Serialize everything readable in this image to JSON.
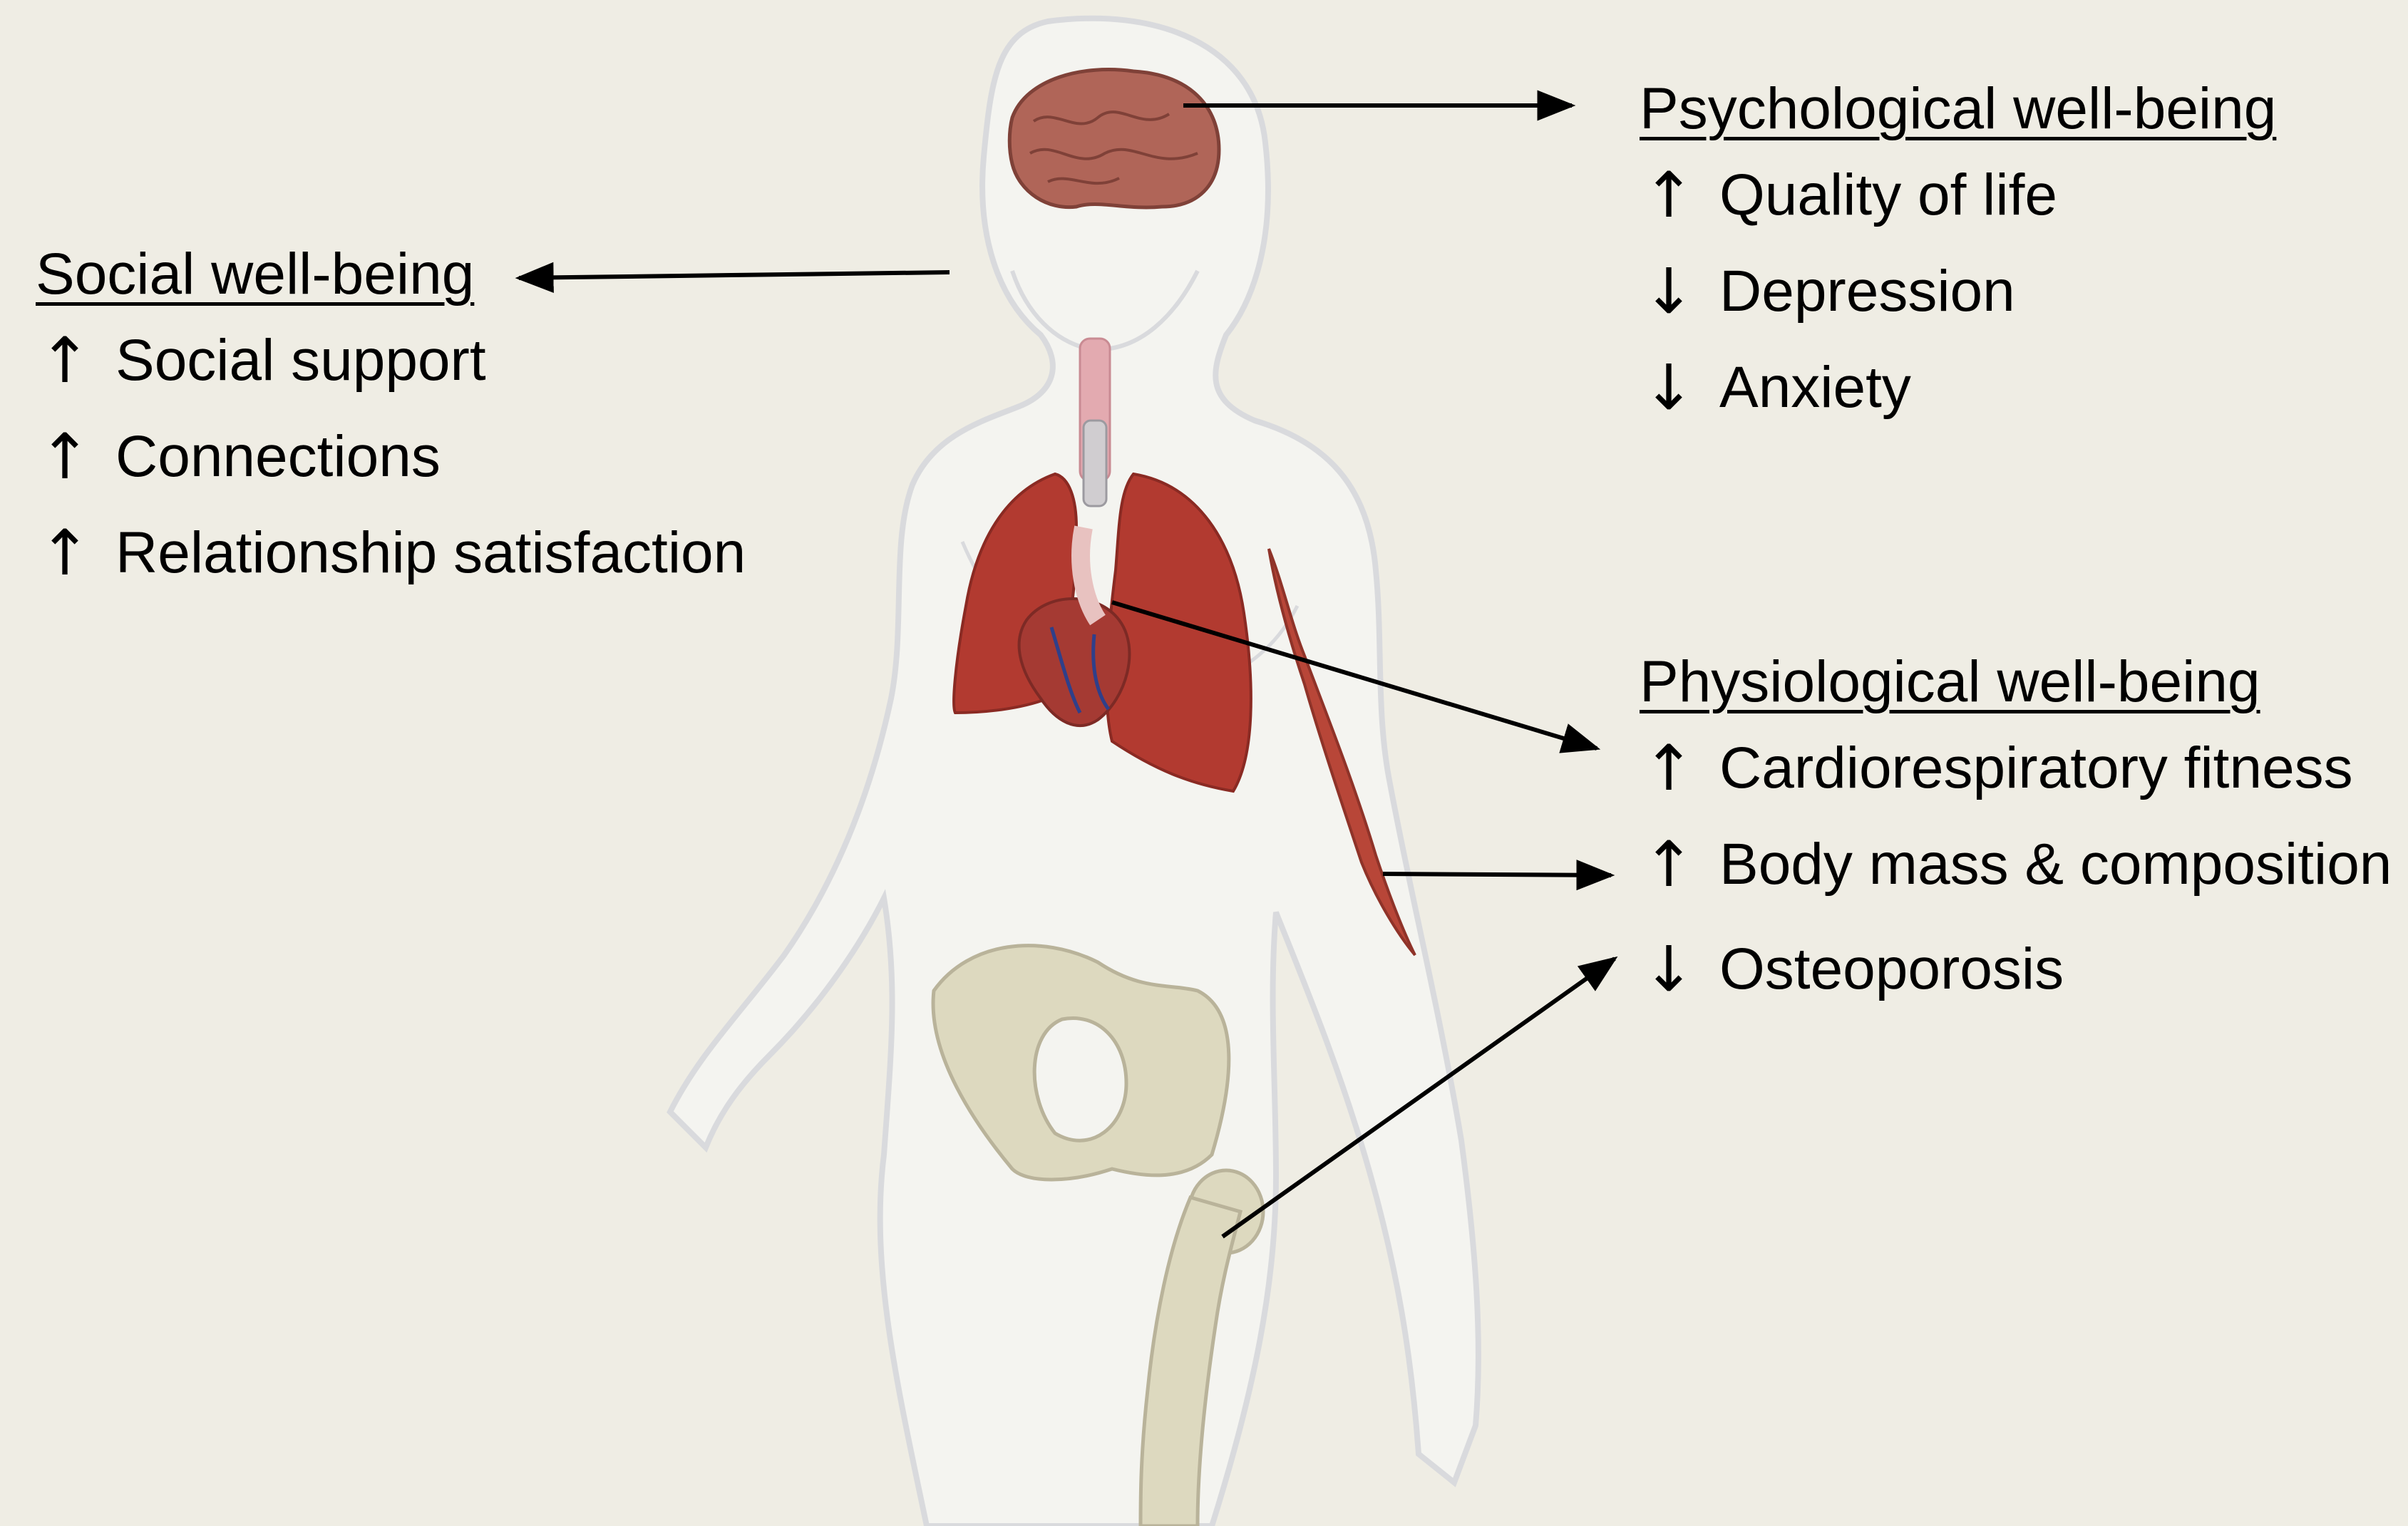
{
  "colors": {
    "background": "#efede4",
    "body_outline": "#d9dadd",
    "brain": "#b06558",
    "lungs": "#b23a30",
    "heart": "#a53a33",
    "trachea": "#e3aab0",
    "muscle": "#b84638",
    "bone": "#ddd9bf",
    "arrow": "#000000"
  },
  "groups": {
    "psychological": {
      "heading": "Psychological well-being",
      "items": [
        {
          "direction": "up",
          "glyph": "↑",
          "label": "Quality of life"
        },
        {
          "direction": "down",
          "glyph": "↓",
          "label": "Depression"
        },
        {
          "direction": "down",
          "glyph": "↓",
          "label": "Anxiety"
        }
      ]
    },
    "social": {
      "heading": "Social well-being",
      "items": [
        {
          "direction": "up",
          "glyph": "↑",
          "label": "Social support"
        },
        {
          "direction": "up",
          "glyph": "↑",
          "label": "Connections"
        },
        {
          "direction": "up",
          "glyph": "↑",
          "label": "Relationship satisfaction"
        }
      ]
    },
    "physiological": {
      "heading": "Physiological well-being",
      "items": [
        {
          "direction": "up",
          "glyph": "↑",
          "label": "Cardiorespiratory fitness"
        },
        {
          "direction": "up",
          "glyph": "↑",
          "label": "Body mass & composition"
        },
        {
          "direction": "down",
          "glyph": "↓",
          "label": "Osteoporosis"
        }
      ]
    }
  }
}
